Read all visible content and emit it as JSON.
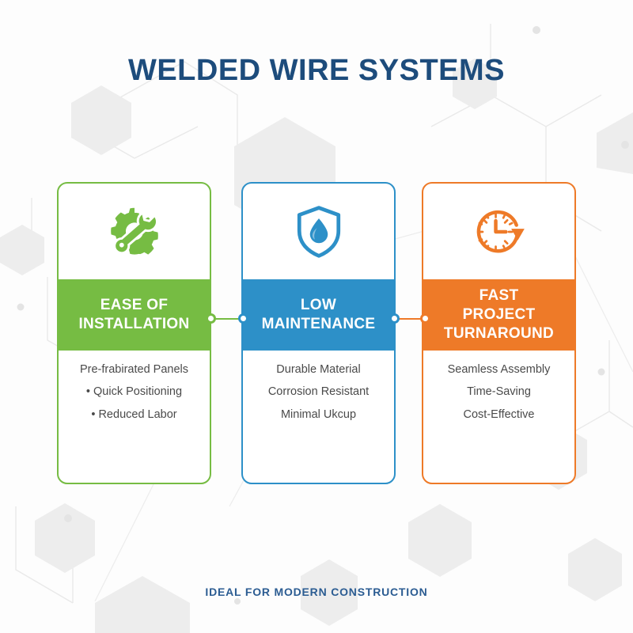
{
  "header": {
    "title": "WELDED WIRE SYSTEMS",
    "title_color": "#1d4c7c"
  },
  "footer": {
    "text": "IDEAL FOR MODERN CONSTRUCTION",
    "color": "#2b5c92"
  },
  "cards": [
    {
      "id": "ease-of-installation",
      "icon": "gear-wrench-icon",
      "accent": "#76bc43",
      "title": "EASE OF\nINSTALLATION",
      "title_line_1": "EASE OF",
      "title_line_2": "INSTALLATION",
      "title_line_3": "",
      "body": [
        "Pre-frabirated Panels",
        "• Quick Positioning",
        "• Reduced Labor"
      ]
    },
    {
      "id": "low-maintenance",
      "icon": "shield-water-drop-icon",
      "accent": "#2d90c8",
      "title": "LOW\nMAINTENANCE",
      "title_line_1": "LOW",
      "title_line_2": "MAINTENANCE",
      "title_line_3": "",
      "body": [
        "Durable Material",
        "Corrosion Resistant",
        "Minimal Ukcup"
      ]
    },
    {
      "id": "fast-project-turnaround",
      "icon": "clock-arrow-icon",
      "accent": "#ee7a28",
      "title": "FAST\nPROJECT\nTURNAROUND",
      "title_line_1": "FAST",
      "title_line_2": "PROJECT",
      "title_line_3": "TURNAROUND",
      "body": [
        "Seamless Assembly",
        "Time-Saving",
        "Cost-Effective"
      ]
    }
  ],
  "connectors": [
    {
      "from": "ease-of-installation",
      "to": "low-maintenance",
      "color": "#76bc43"
    },
    {
      "from": "low-maintenance",
      "to": "fast-project-turnaround",
      "color": "#ee7a28"
    }
  ],
  "background": {
    "style": "hexagon-network",
    "fill_color": "#ededed",
    "stroke_color": "#e7e7e7"
  }
}
